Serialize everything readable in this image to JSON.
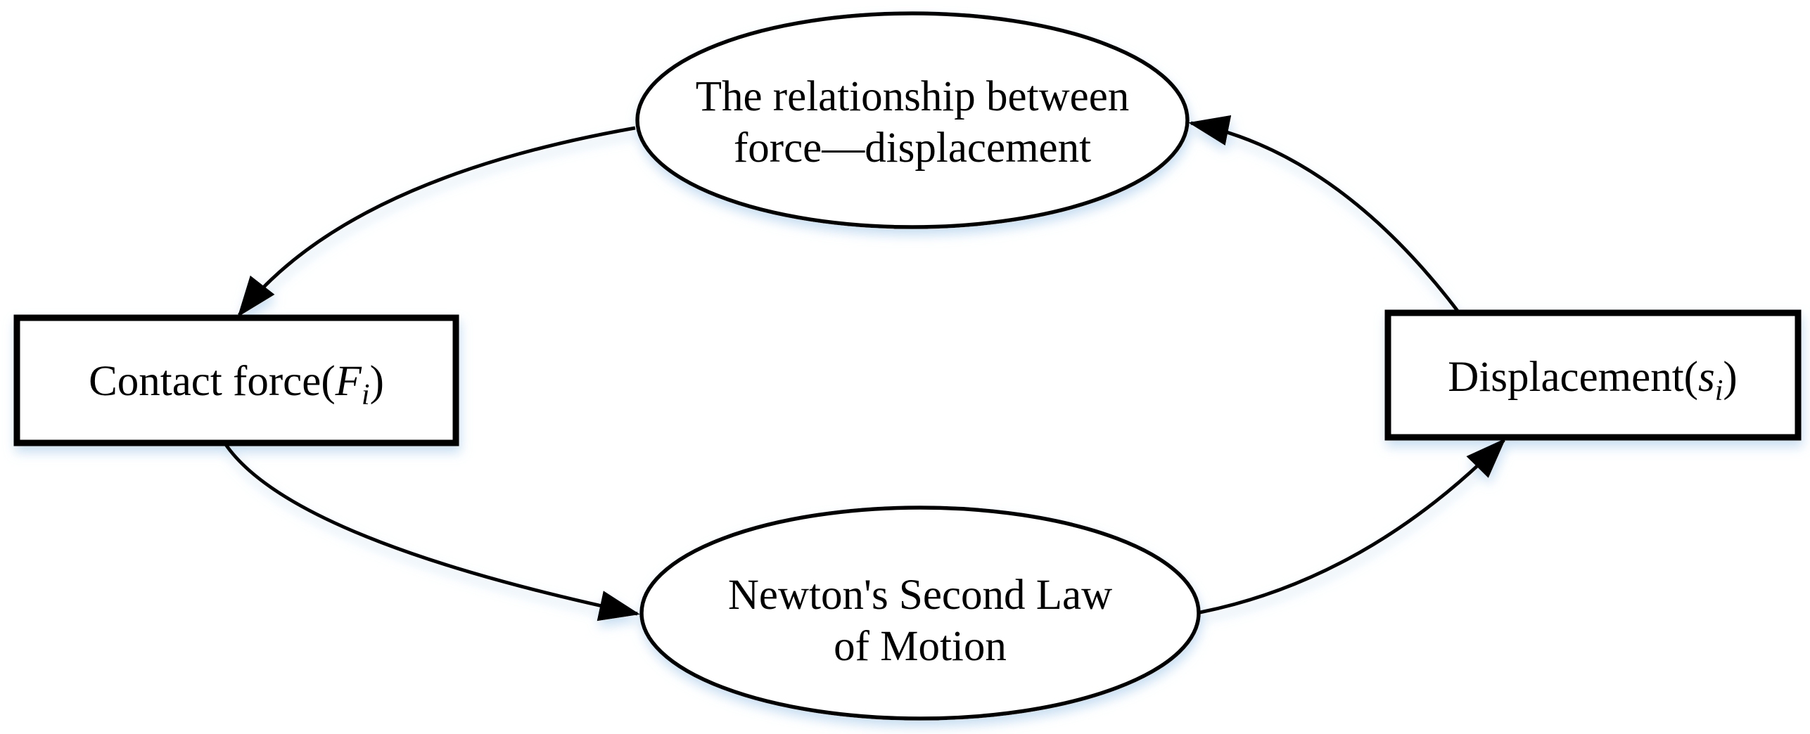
{
  "diagram": {
    "kind": "cycle-flowchart",
    "background": "#ffffff",
    "colors": {
      "node_stroke": "#000000",
      "node_fill": "#ffffff",
      "arrow": "#000000",
      "text": "#000000",
      "glow_shadow": "#bcd7ee"
    },
    "nodes": {
      "relationship": {
        "shape": "ellipse",
        "label_line1": "The relationship between",
        "label_line2": "force—displacement"
      },
      "contact_force": {
        "shape": "rectangle",
        "label_prefix": "Contact force(",
        "label_symbol": "F",
        "label_subscript": "i",
        "label_suffix": ")"
      },
      "newton": {
        "shape": "ellipse",
        "label_line1": "Newton's Second Law",
        "label_line2": "of Motion"
      },
      "displacement": {
        "shape": "rectangle",
        "label_prefix": "Displacement(",
        "label_symbol": "s",
        "label_subscript": "i",
        "label_suffix": ")"
      }
    },
    "edges": [
      {
        "from": "relationship",
        "to": "contact_force",
        "style": "curved-arrow"
      },
      {
        "from": "contact_force",
        "to": "newton",
        "style": "curved-arrow"
      },
      {
        "from": "newton",
        "to": "displacement",
        "style": "curved-arrow"
      },
      {
        "from": "displacement",
        "to": "relationship",
        "style": "curved-arrow"
      }
    ]
  }
}
